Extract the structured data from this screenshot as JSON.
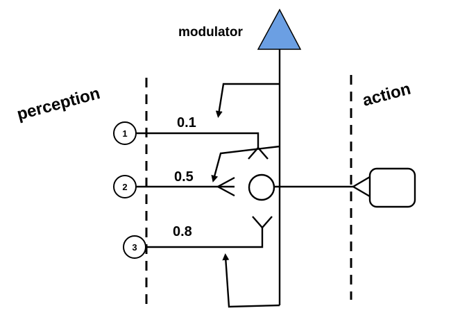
{
  "labels": {
    "modulator": "modulator",
    "perception": "perception",
    "action": "action"
  },
  "inputs": [
    {
      "id": "1",
      "weight": "0.1"
    },
    {
      "id": "2",
      "weight": "0.5"
    },
    {
      "id": "3",
      "weight": "0.8"
    }
  ],
  "colors": {
    "modulator_fill": "#6b9fe3",
    "stroke": "#000000",
    "background": "#ffffff"
  }
}
